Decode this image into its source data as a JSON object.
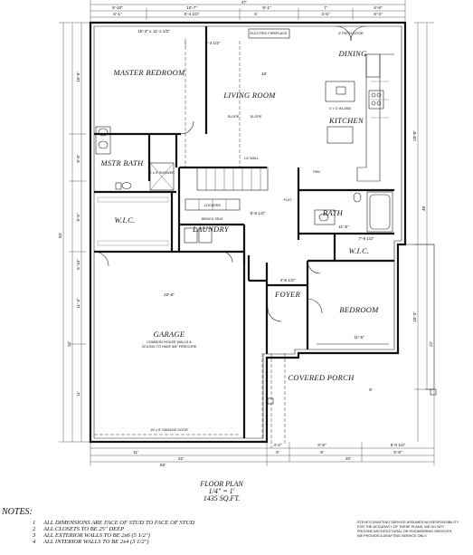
{
  "dimensions": {
    "top": [
      "47'",
      "5'-10\"",
      "10'-7\"",
      "9'-1\"",
      "7'",
      "6'-8\"",
      "5'-1\"",
      "5'-4 1/2\"",
      "5'",
      "3'-5\"",
      "5'-3 1/2\"",
      "5'-3\""
    ],
    "bottom": [
      "53'",
      "11'",
      "22'",
      "8'",
      "6'-8\"",
      "8'",
      "20'",
      "4'-2\"",
      "6'-0 1/2\"",
      "6'-6\""
    ],
    "left": [
      "53'",
      "15'-9\"",
      "8'-8\"",
      "9'-5\"",
      "5'-10\"",
      "22'",
      "11'-3\"",
      "11'"
    ],
    "right": [
      "46'",
      "29'-8\"",
      "22'",
      "15'-3\""
    ]
  },
  "rooms": {
    "master_bedroom": "MASTER BEDROOM",
    "living_room": "LIVING ROOM",
    "dining": "DINING",
    "kitchen": "KITCHEN",
    "mstr_bath": "MSTR BATH",
    "wic_master": "W.I.C.",
    "laundry": "LAUNDRY",
    "bath": "BATH",
    "wic_bedroom": "W.I.C.",
    "foyer": "FOYER",
    "bedroom": "BEDROOM",
    "garage": "GARAGE",
    "garage_note_1": "COMMON HOUSE WALLS &",
    "garage_note_2": "CEILING TO HAVE 5/8\" FIRECORE",
    "covered_porch": "COVERED PORCH"
  },
  "labels": {
    "electric_fireplace": "ELECTRIC FIREPLACE",
    "patio_door": "6' PATIO DOOR",
    "slope_1": "SLOPE",
    "slope_2": "SLOPE",
    "half_wall": "1/2 WALL",
    "shower": "5' x 3' SHOWER",
    "lockers": "LOCKERS",
    "bench": "BENCH SEAT",
    "flat": "FLAT",
    "garage_door": "16' x 8' GARAGE DOOR",
    "pan": "PAN",
    "island": "4' x 3' ISLAND",
    "master_size": "15'-4\" x 11'-1 1/2\"",
    "living_size": "18'",
    "laundry_size": "6'-8 1/2\"",
    "bath_size": "11'-5\"",
    "wic_size": "7'-8 1/2\"",
    "garage_size": "22'-6\"",
    "bedroom_size": "11'-5\"",
    "porch_size": "8'",
    "foyer_size": "4'-8 1/2\""
  },
  "title": {
    "line1": "FLOOR PLAN",
    "line2": "1/4\" = 1'",
    "line3": "1435 SQ.FT."
  },
  "disclaimer": [
    "STEVE'S DRAFTING SERVICE ASSUMES NO RESPONSIBILITY",
    "FOR THE ACCURACY OF THESE PLANS. WE DO NOT",
    "PROVIDE ARCHITECTURAL OR ENGINEERING SERVICES.",
    "WE PROVIDE A DRAFTING SERVICE ONLY."
  ],
  "notes": {
    "heading": "NOTES:",
    "items": [
      {
        "num": "1",
        "text": "ALL DIMENSIONS ARE FACE OF STUD TO FACE OF STUD"
      },
      {
        "num": "2",
        "text": "ALL CLOSETS TO BE 25\" DEEP"
      },
      {
        "num": "3",
        "text": "ALL EXTERIOR WALLS TO BE 2x6 (5 1/2\")"
      },
      {
        "num": "4",
        "text": "ALL INTERIOR WALLS TO BE 2x4 (3 1/2\")"
      }
    ]
  }
}
